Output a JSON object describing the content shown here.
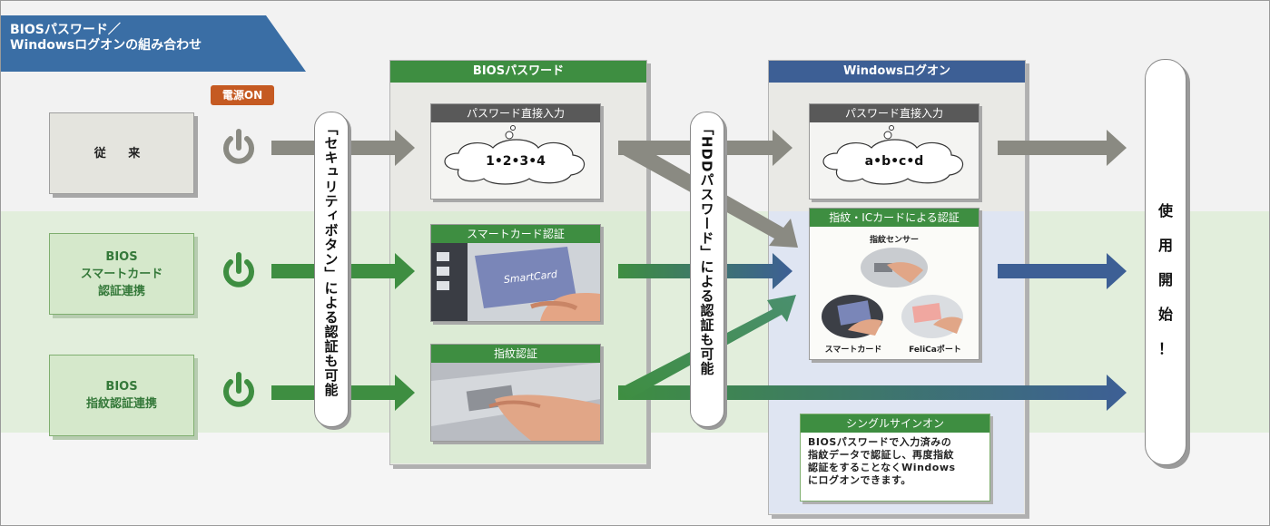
{
  "title": {
    "line1": "BIOSパスワード／",
    "line2": "Windowsログオンの組み合わせ"
  },
  "power_badge": "電源ON",
  "rows": {
    "traditional": "従 来",
    "smartcard": [
      "BIOS",
      "スマートカード",
      "認証連携"
    ],
    "fingerprint": [
      "BIOS",
      "指紋認証連携"
    ]
  },
  "security_button_note": "「セキュリティボタン」による認証も可能",
  "hdd_password_note": "「HDDパスワード」による認証も可能",
  "bios_panel": {
    "header": "BIOSパスワード",
    "direct_input_label": "パスワード直接入力",
    "password_example": "1•2•3•4",
    "smartcard_label": "スマートカード認証",
    "fingerprint_label": "指紋認証"
  },
  "windows_panel": {
    "header": "Windowsログオン",
    "direct_input_label": "パスワード直接入力",
    "password_example": "a•b•c•d",
    "auth_label": "指紋・ICカードによる認証",
    "sensor_label": "指紋センサー",
    "smartcard_caption": "スマートカード",
    "felica_caption": "FeliCaポート"
  },
  "single_sign_on": {
    "header": "シングルサインオン",
    "lines": [
      "BIOSパスワードで入力済みの",
      "指紋データで認証し、再度指紋",
      "認証をすることなくWindows",
      "にログオンできます。"
    ]
  },
  "start_usage": [
    "使",
    "用",
    "開",
    "始",
    "！"
  ],
  "colors": {
    "title_blue": "#3a6ea5",
    "green": "#3e8e41",
    "navy": "#3d5f95",
    "gray_arrow": "#8a8a82",
    "power_orange": "#c55a22"
  }
}
